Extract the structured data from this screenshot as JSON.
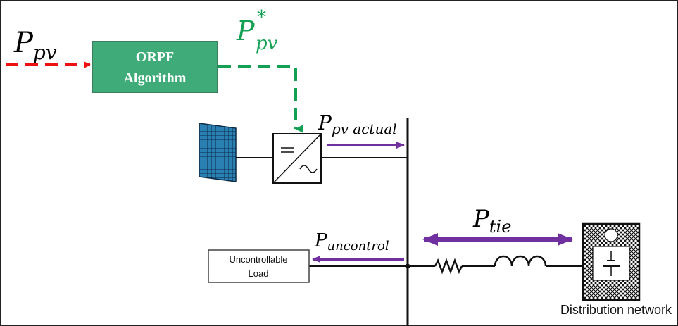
{
  "labels": {
    "p_pv_main": "P",
    "p_pv_sub": "pv",
    "p_pv_ref_main": "P",
    "p_pv_ref_sup": "*",
    "p_pv_ref_sub": "pv",
    "p_actual_main": "P",
    "p_actual_sub": "pv actual",
    "p_tie_main": "P",
    "p_tie_sub": "tie",
    "p_uncontrol_main": "P",
    "p_uncontrol_sub": "uncontrol"
  },
  "orpf_box": {
    "line1": "ORPF",
    "line2": "Algorithm"
  },
  "load_box": {
    "line1": "Uncontrollable",
    "line2": "Load"
  },
  "network_label": "Distribution network",
  "colors": {
    "input_arrow": "#ee1111",
    "reference_arrow": "#13a052",
    "orpf_fill": "#3fab78",
    "orpf_border": "#3b7f60",
    "power_flow": "#7030a0",
    "pv_panel": "#2a7fb3",
    "line": "#111111"
  },
  "icons": [
    "solar-panel-icon",
    "inverter-icon",
    "resistor-icon",
    "inductor-icon",
    "grid-source-icon"
  ]
}
